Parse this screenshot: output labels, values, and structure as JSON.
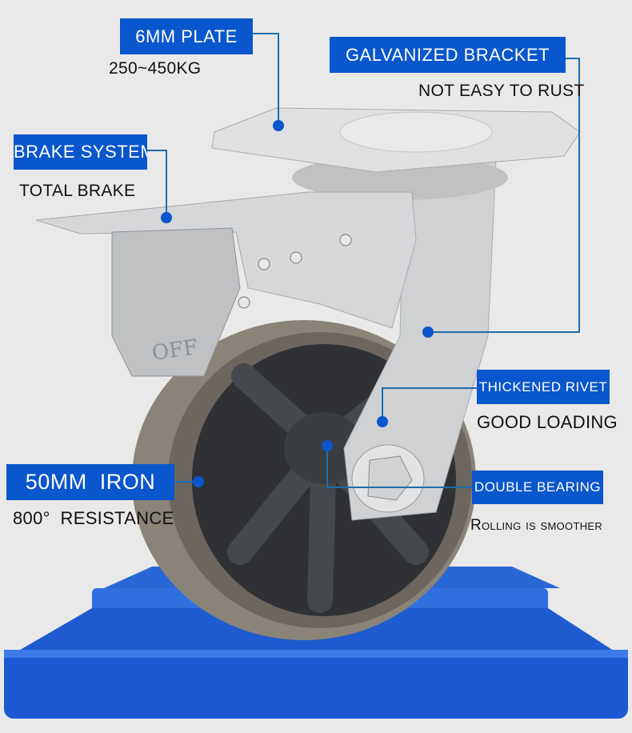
{
  "colors": {
    "label_bg": "#0a56cc",
    "leader_line": "#1a6fb0",
    "background": "#e9e9e9",
    "base": "#1e5fd8"
  },
  "callouts": [
    {
      "title": "6MM PLATE",
      "subtitle": "250~450KG"
    },
    {
      "title": "GALVANIZED BRACKET",
      "subtitle": "NOT EASY TO RUST"
    },
    {
      "title": "BRAKE SYSTEM",
      "subtitle": "TOTAL BRAKE"
    },
    {
      "title": "THICKENED RIVET",
      "subtitle": "GOOD LOADING"
    },
    {
      "title": "50MM  IRON",
      "subtitle": "800°  RESISTANCE"
    },
    {
      "title": "DOUBLE BEARING",
      "subtitle": "Rolling is smoother"
    }
  ],
  "product": {
    "brake_pedal_marking": "OFF"
  }
}
